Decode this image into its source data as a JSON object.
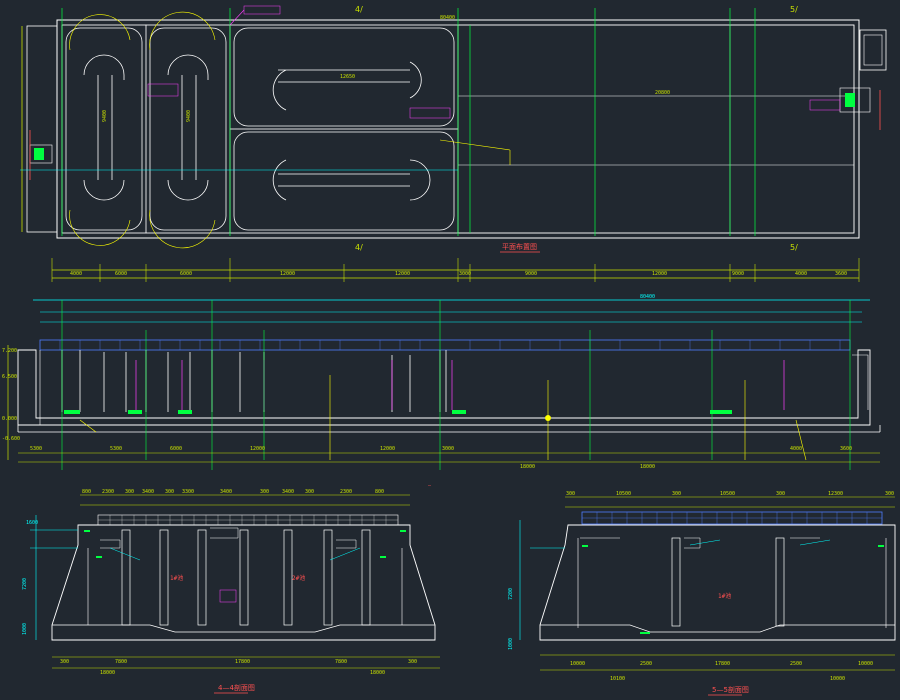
{
  "colors": {
    "background": "#212830",
    "outline": "#ffffff",
    "dimension": "#c8e000",
    "structure": "#00ff40",
    "axis": "#ffff00",
    "annotation": "#ff40ff",
    "leader": "#00ffff",
    "label": "#ff5050",
    "frame": "#4f7cff"
  },
  "plan": {
    "title": "平面布置图",
    "grid_left_top": "4/",
    "grid_right_top": "5/",
    "grid_left_bottom": "4/",
    "grid_right_bottom": "5/",
    "total_length": "80400",
    "dims_bottom": [
      "4000",
      "6000",
      "6000",
      "12000",
      "12000",
      "3000",
      "9000",
      "12000",
      "9000",
      "4000",
      "3600"
    ],
    "channel_lengths": [
      "9400",
      "9400",
      "12650",
      "20800"
    ]
  },
  "profile": {
    "dims_top": [
      "80400"
    ],
    "dims_bottom": [
      "5300",
      "5300",
      "6000",
      "12000",
      "12000",
      "3000",
      "18000",
      "18000",
      "4000",
      "3600"
    ],
    "elevations": [
      "7.200",
      "6.500",
      "0.000",
      "-0.600"
    ]
  },
  "section_a": {
    "title": "4—4剖面图",
    "dims_top": [
      "800",
      "2300",
      "300",
      "3400",
      "300",
      "3300",
      "3400",
      "300",
      "3400",
      "300",
      "2300",
      "800"
    ],
    "dims_bottom": [
      "300",
      "7800",
      "17800",
      "7800",
      "300"
    ],
    "dims_bottom2": [
      "18000",
      "18000"
    ],
    "dims_left": [
      "1600",
      "7200",
      "1000"
    ],
    "tank_labels": [
      "1#池",
      "2#池"
    ]
  },
  "section_b": {
    "title": "5—5剖面图",
    "dims_top": [
      "300",
      "10500",
      "300",
      "10500",
      "300",
      "12300",
      "300"
    ],
    "dims_bottom": [
      "10000",
      "2500",
      "17800",
      "2500",
      "10000"
    ],
    "dims_bottom2": [
      "10100",
      "10000"
    ],
    "dims_left": [
      "7200",
      "1000"
    ],
    "tank_labels": [
      "1#池"
    ]
  }
}
